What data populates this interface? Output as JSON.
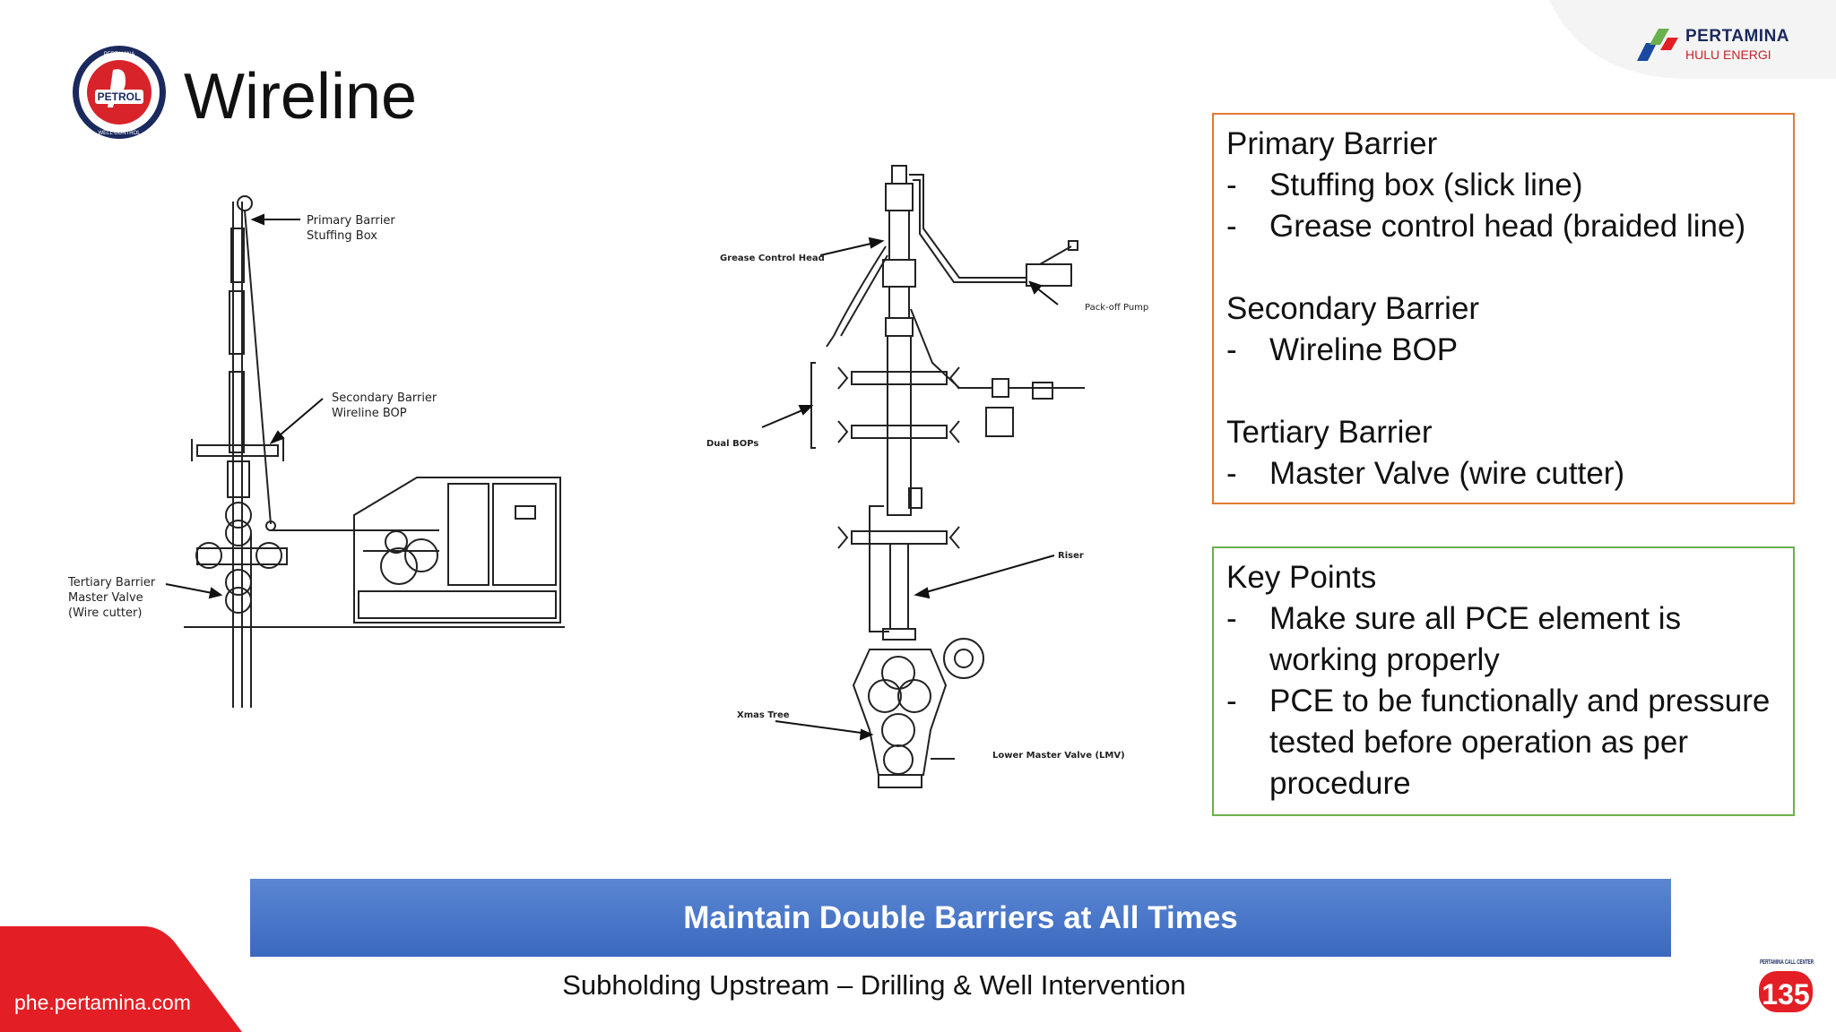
{
  "slide": {
    "title": "Wireline",
    "brand": {
      "name": "PERTAMINA",
      "sub": "HULU ENERGI"
    },
    "petrol_logo": {
      "text": "PETROL",
      "ring_top": "PERTAMINA",
      "ring_bottom": "WELL CONTROL"
    },
    "call_center": {
      "label": "PERTAMINA CALL CENTER",
      "number": "135"
    },
    "website": "phe.pertamina.com"
  },
  "left_diagram": {
    "labels": {
      "primary_line1": "Primary Barrier",
      "primary_line2": "Stuffing Box",
      "secondary_line1": "Secondary Barrier",
      "secondary_line2": "Wireline BOP",
      "tertiary_line1": "Tertiary Barrier",
      "tertiary_line2": "Master Valve",
      "tertiary_line3": "(Wire cutter)"
    }
  },
  "right_diagram": {
    "labels": {
      "grease": "Grease Control Head",
      "packoff": "Pack-off Pump",
      "dual_bops": "Dual BOPs",
      "riser": "Riser",
      "xmas": "Xmas Tree",
      "lmv": "Lower Master Valve (LMV)"
    }
  },
  "barriers_box": {
    "primary_heading": "Primary Barrier",
    "primary_items": [
      "Stuffing box (slick line)",
      "Grease control head (braided line)"
    ],
    "secondary_heading": "Secondary Barrier",
    "secondary_items": [
      "Wireline BOP"
    ],
    "tertiary_heading": "Tertiary Barrier",
    "tertiary_items": [
      "Master Valve (wire cutter)"
    ],
    "dash": "-"
  },
  "key_points_box": {
    "heading": "Key Points",
    "items": [
      "Make sure all PCE element is working properly",
      "PCE to be functionally and pressure tested before operation as per procedure"
    ]
  },
  "banner": {
    "text": "Maintain Double Barriers at All Times"
  },
  "footer": {
    "text": "Subholding Upstream – Drilling & Well Intervention"
  },
  "colors": {
    "primary_box_border": "#e37a30",
    "key_box_border": "#6ab04c",
    "banner": "#4a78c9",
    "red": "#e31e24",
    "navy": "#1a2a5e"
  }
}
